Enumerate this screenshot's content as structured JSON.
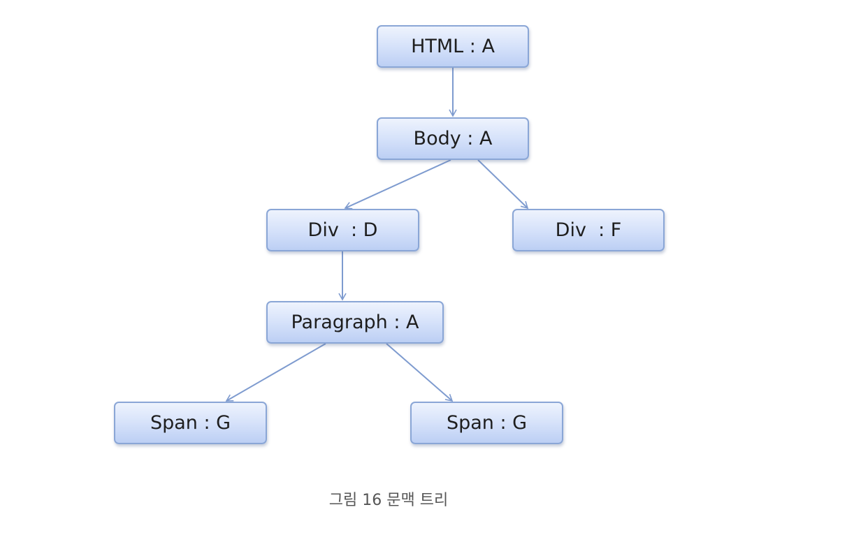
{
  "diagram": {
    "nodes": [
      {
        "id": "html",
        "label": "HTML : A"
      },
      {
        "id": "body",
        "label": "Body : A"
      },
      {
        "id": "div_d",
        "label": "Div  : D"
      },
      {
        "id": "div_f",
        "label": "Div  : F"
      },
      {
        "id": "paragraph",
        "label": "Paragraph : A"
      },
      {
        "id": "span_1",
        "label": "Span : G"
      },
      {
        "id": "span_2",
        "label": "Span : G"
      }
    ],
    "edges": [
      {
        "from": "html",
        "to": "body"
      },
      {
        "from": "body",
        "to": "div_d"
      },
      {
        "from": "body",
        "to": "div_f"
      },
      {
        "from": "div_d",
        "to": "paragraph"
      },
      {
        "from": "paragraph",
        "to": "span_1"
      },
      {
        "from": "paragraph",
        "to": "span_2"
      }
    ],
    "colors": {
      "node_border": "#8aa6d6",
      "node_fill_top": "#eef3fd",
      "node_fill_bottom": "#bccff4",
      "edge": "#7e9bcf"
    }
  },
  "caption": "그림 16 문맥 트리"
}
